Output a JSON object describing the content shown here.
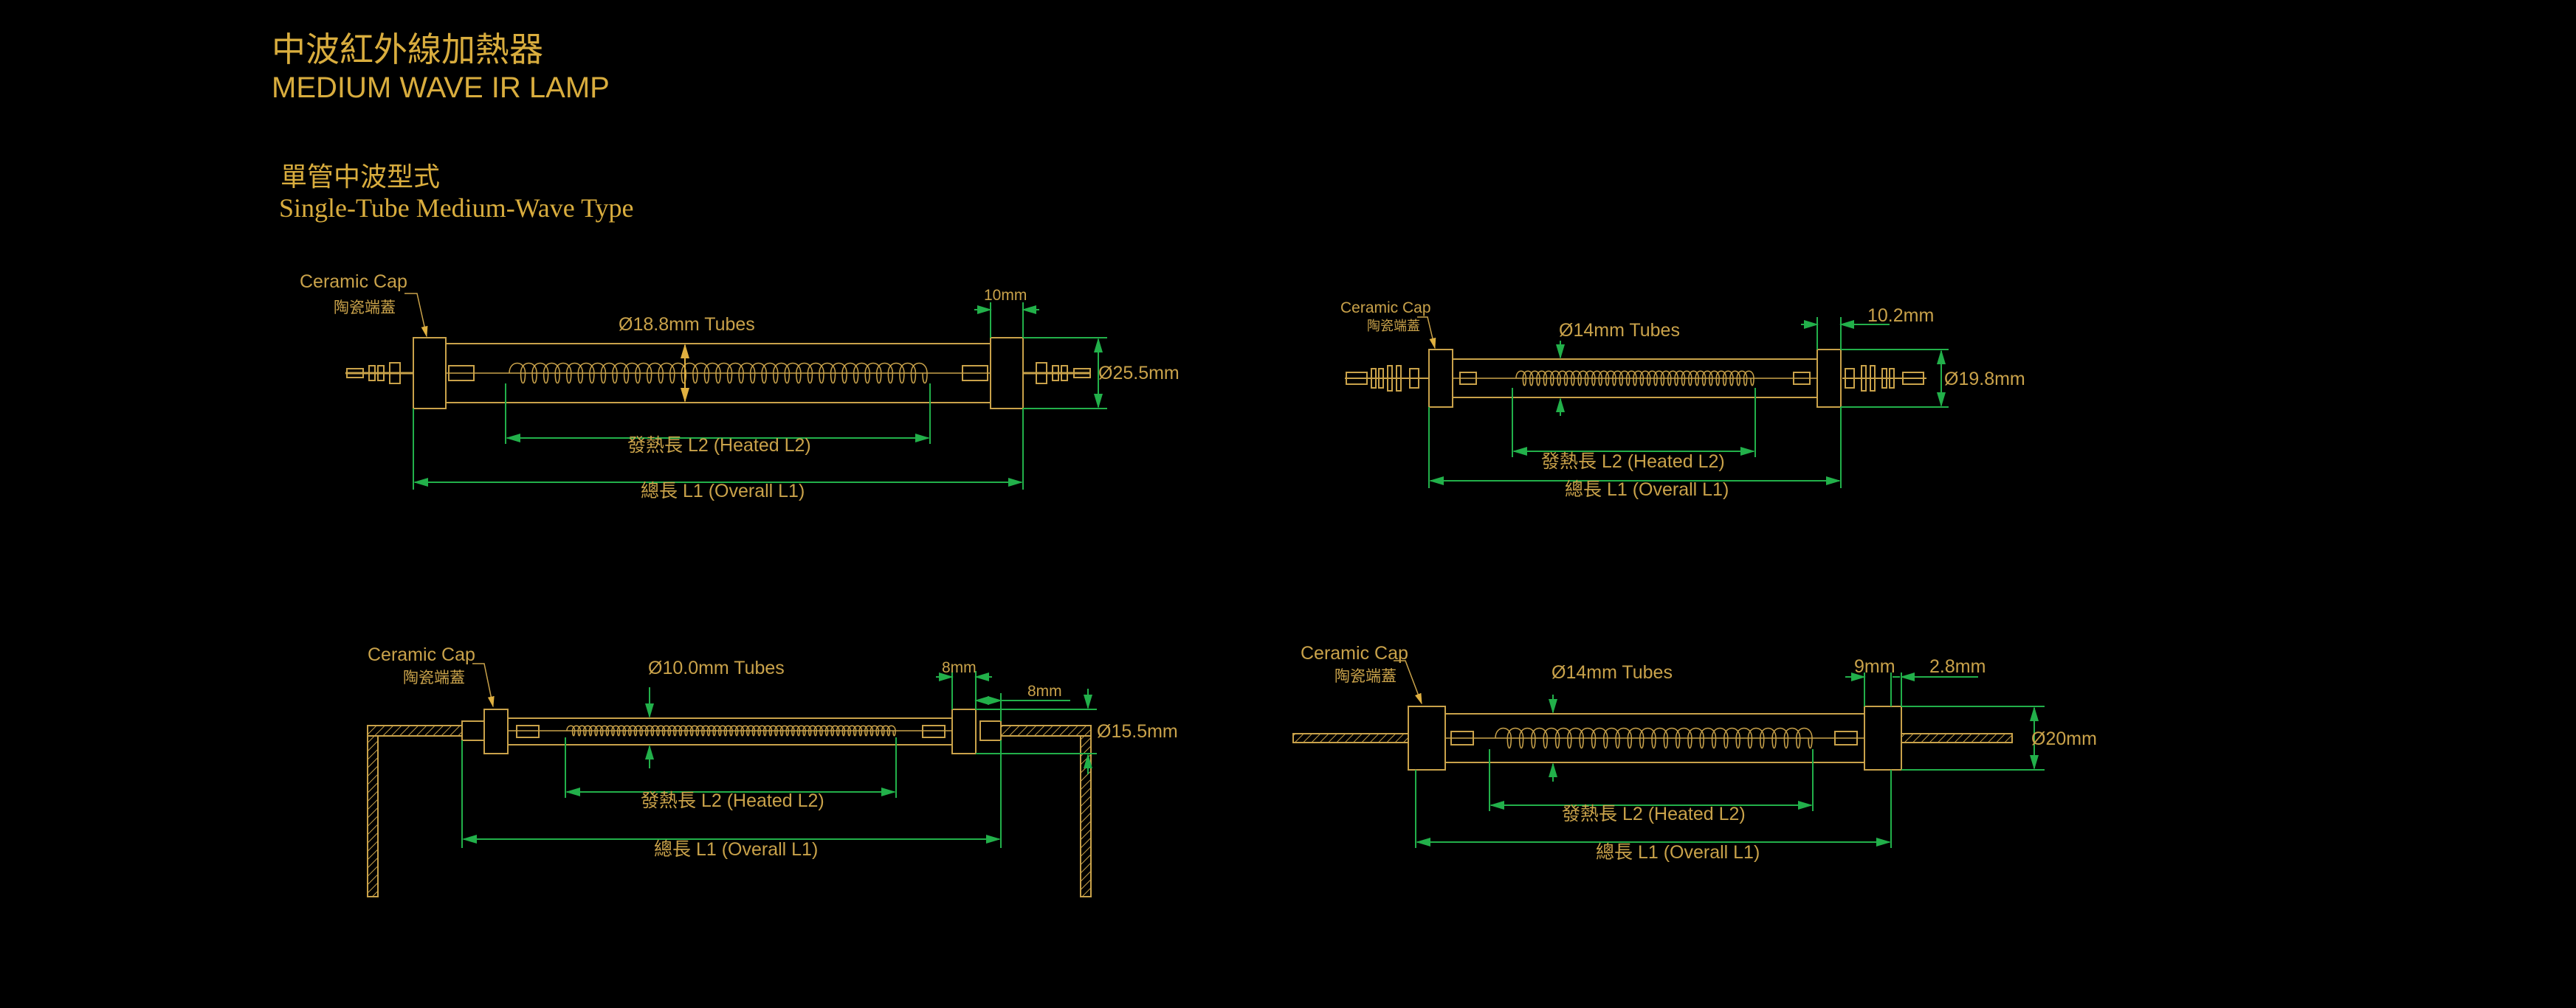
{
  "header": {
    "title_cn": "中波紅外線加熱器",
    "title_en": "MEDIUM WAVE IR LAMP",
    "subtitle_cn": "單管中波型式",
    "subtitle_en": "Single-Tube Medium-Wave Type"
  },
  "colors": {
    "background": "#000000",
    "lamp_outline": "#c9a24a",
    "title_text": "#d9ad3e",
    "dimension_line": "#22b04a"
  },
  "drawings": [
    {
      "cap_en": "Ceramic Cap",
      "cap_cn": "陶瓷端蓋",
      "tube": "Ø18.8mm Tubes",
      "cap_width": "10mm",
      "diameter": "Ø25.5mm",
      "heated": "發熱長 L2 (Heated L2)",
      "overall": "總長 L1 (Overall L1)"
    },
    {
      "cap_en": "Ceramic Cap",
      "cap_cn": "陶瓷端蓋",
      "tube": "Ø14mm Tubes",
      "cap_width": "10.2mm",
      "diameter": "Ø19.8mm",
      "heated": "發熱長 L2 (Heated L2)",
      "overall": "總長 L1 (Overall L1)"
    },
    {
      "cap_en": "Ceramic Cap",
      "cap_cn": "陶瓷端蓋",
      "tube": "Ø10.0mm Tubes",
      "cap_width": "8mm",
      "bend_offset": "8mm",
      "diameter": "Ø15.5mm",
      "heated": "發熱長 L2 (Heated L2)",
      "overall": "總長 L1 (Overall L1)"
    },
    {
      "cap_en": "Ceramic Cap",
      "cap_cn": "陶瓷端蓋",
      "tube": "Ø14mm Tubes",
      "cap_width": "9mm",
      "lead_width": "2.8mm",
      "diameter": "Ø20mm",
      "heated": "發熱長 L2 (Heated L2)",
      "overall": "總長 L1 (Overall L1)"
    }
  ]
}
